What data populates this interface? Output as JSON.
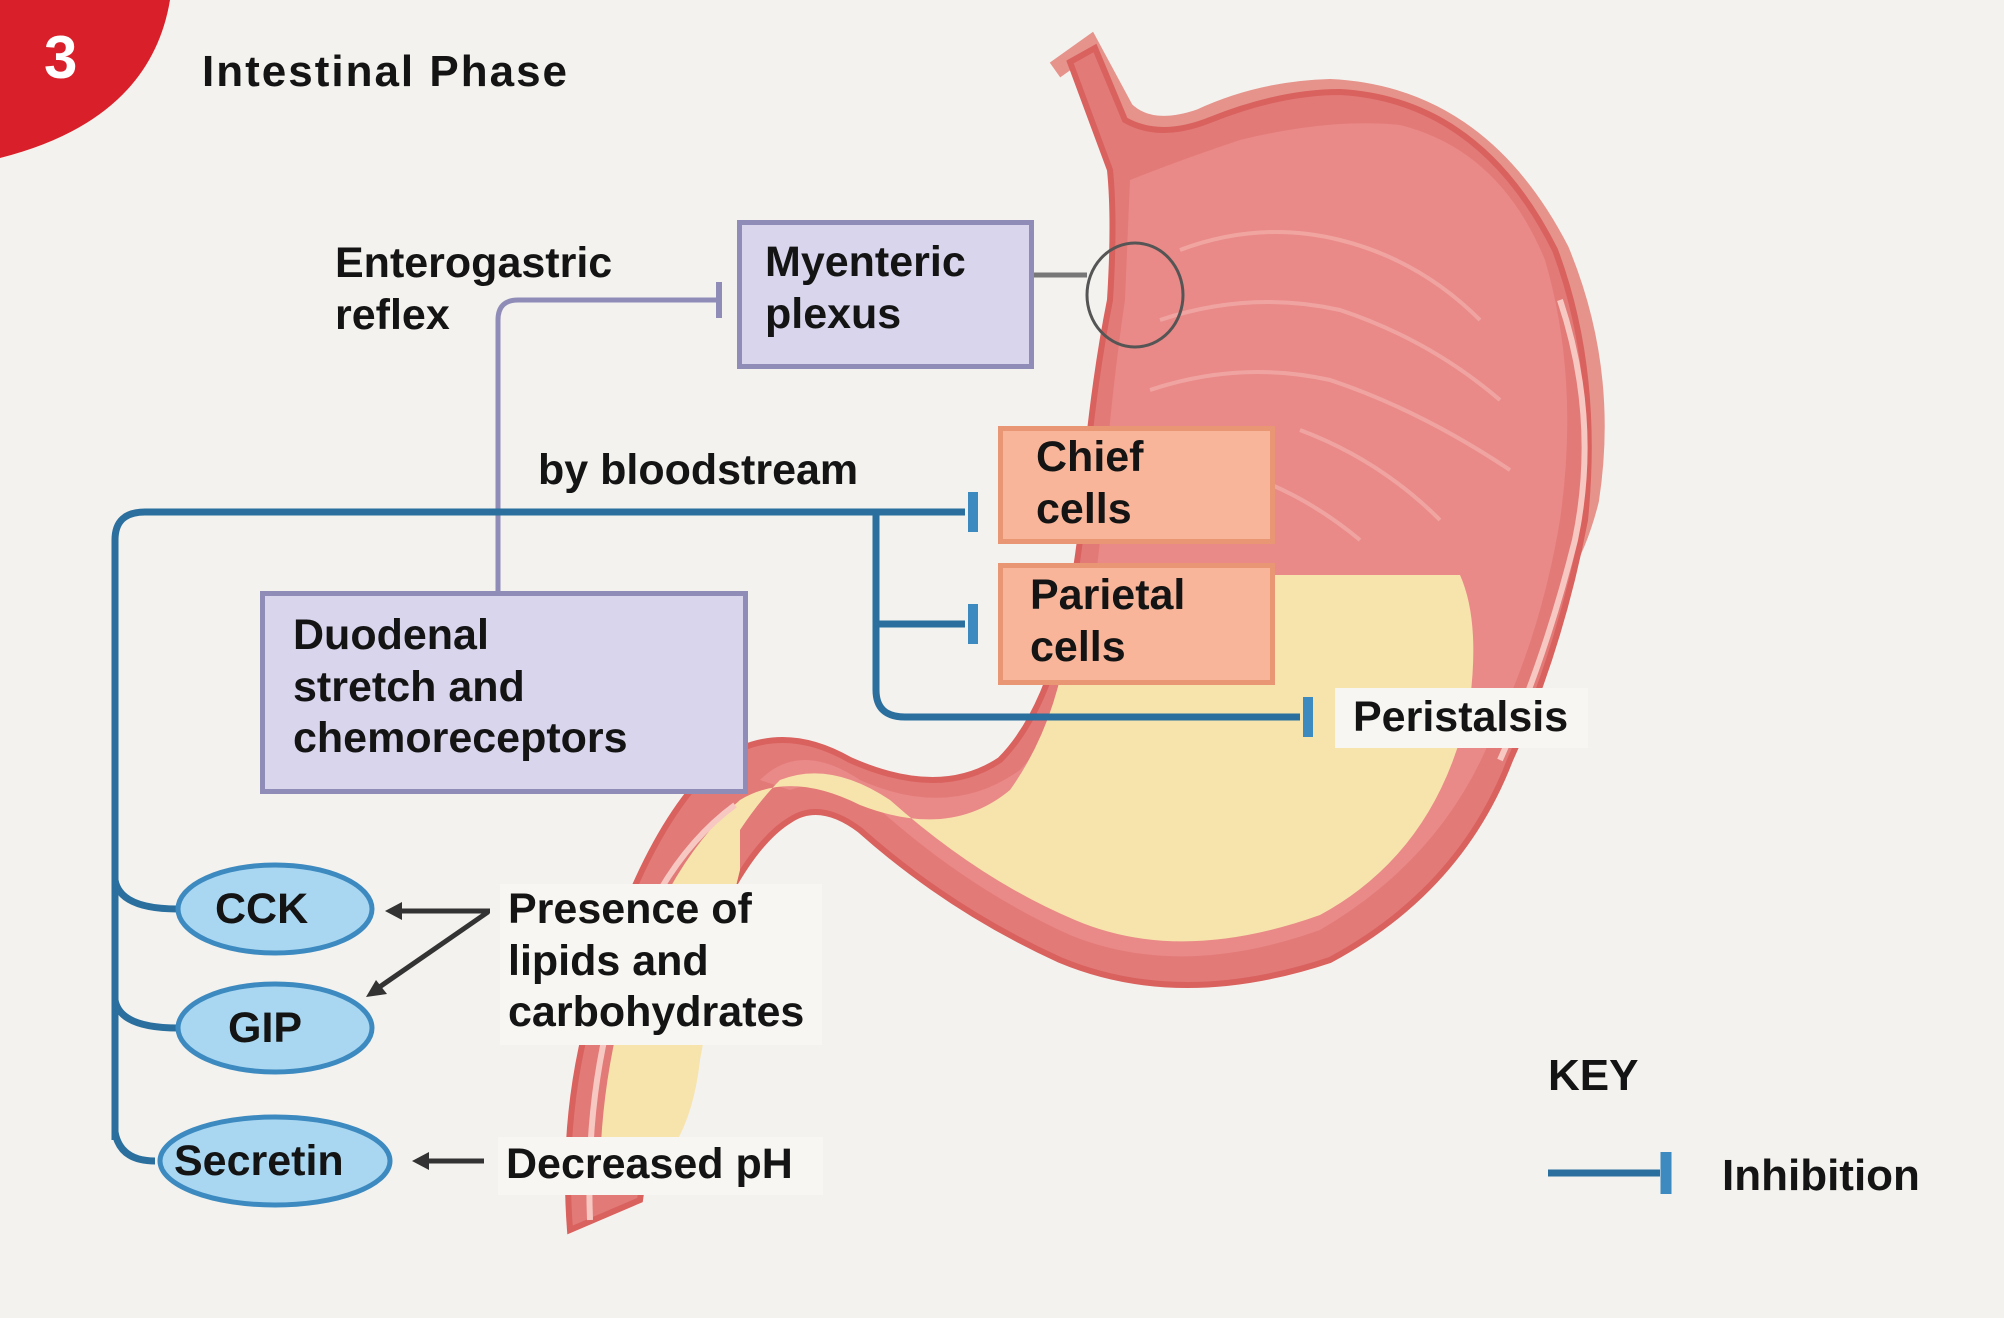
{
  "badge": {
    "number": "3",
    "color": "#d9202a"
  },
  "title": "Intestinal Phase",
  "nodes": {
    "enterogastric": "Enterogastric\nreflex",
    "myenteric": "Myenteric\nplexus",
    "bloodstream": "by bloodstream",
    "chief": "Chief\ncells",
    "parietal": "Parietal\ncells",
    "peristalsis": "Peristalsis",
    "duodenal": "Duodenal\nstretch and\nchemoreceptors",
    "cck": "CCK",
    "gip": "GIP",
    "secretin": "Secretin",
    "lipids": "Presence of\nlipids and\ncarbohydrates",
    "ph": "Decreased pH"
  },
  "key": {
    "title": "KEY",
    "items": [
      {
        "symbol": "inhibition-arrow",
        "label": "Inhibition"
      }
    ]
  },
  "colors": {
    "inhibition_line": "#2a6f9e",
    "neural_line": "#8f8cb8",
    "hormone_fill": "#a9d7f2",
    "hormone_stroke": "#3d8ac0",
    "stomach_wall": "#e58a86",
    "stomach_inner": "#e07674",
    "chyme": "#f7e4ad"
  }
}
